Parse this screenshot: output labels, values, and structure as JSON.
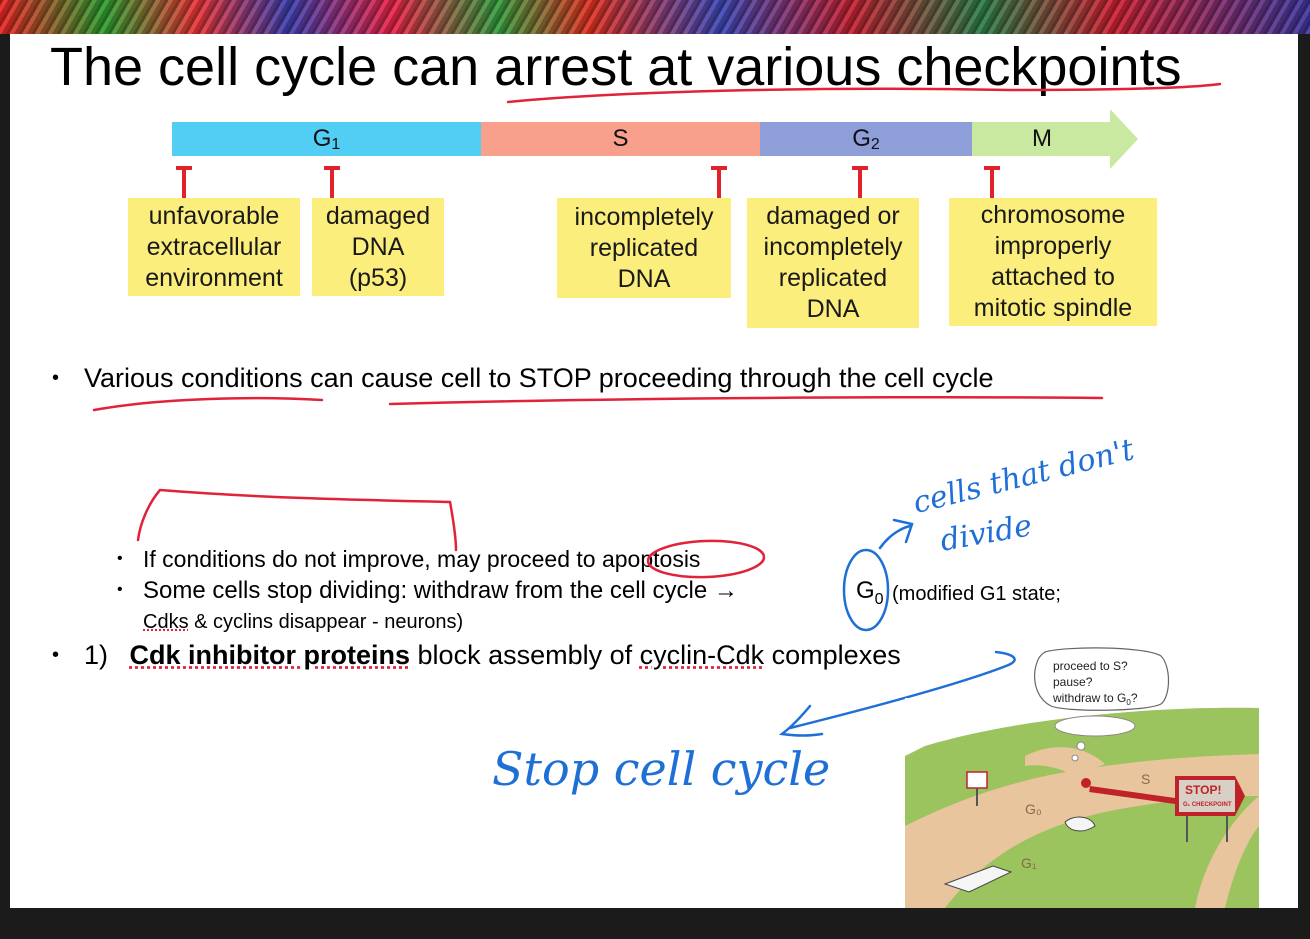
{
  "slide": {
    "title": "The cell cycle can arrest at various checkpoints",
    "phases": [
      {
        "name": "G",
        "sub": "1",
        "color": "#52cdf4"
      },
      {
        "name": "S",
        "sub": "",
        "color": "#f9a08d"
      },
      {
        "name": "G",
        "sub": "2",
        "color": "#8d9ed8"
      },
      {
        "name": "M",
        "sub": "",
        "color": "#c9e8a0"
      }
    ],
    "checkpoints": [
      {
        "label": "unfavorable\nextracellular\nenvironment"
      },
      {
        "label": "damaged\nDNA\n(p53)"
      },
      {
        "label": "incompletely\nreplicated\nDNA"
      },
      {
        "label": "damaged or\nincompletely\nreplicated\nDNA"
      },
      {
        "label": "chromosome\nimproperly\nattached to\nmitotic spindle"
      }
    ],
    "bullets": {
      "b1": {
        "part1": "Various conditions",
        "part2": " can ",
        "part3": "cause cell to STOP proceeding through the cell cycle"
      },
      "sub1": {
        "part1": "If conditions do not improve, may proceed to ",
        "part2": "apoptosis"
      },
      "sub2": {
        "line1": "Some cells stop dividing: withdraw from the cell cycle →",
        "g0": "G",
        "g0sub": "0",
        "paren1": "(modified G1 state;",
        "line2a": "Cdks",
        "line2b": " & cyclins disappear - neurons)"
      },
      "b2": {
        "num": "1)",
        "bold": "Cdk inhibitor proteins",
        "rest1": " block assembly of ",
        "underlined": "cyclin-Cdk",
        "rest2": " complexes"
      }
    },
    "handwriting": {
      "note1a": "cells that don't",
      "note1b": "divide",
      "note2": "Stop cell cycle"
    },
    "cartoon": {
      "bubble_line1": "proceed to S?",
      "bubble_line2": "pause?",
      "bubble_line3": "withdraw to G",
      "bubble_sub": "0",
      "bubble_q": "?",
      "sign_top": "STOP!",
      "sign_bottom": "G₁ CHECKPOINT",
      "road_g0": "G₀",
      "road_g1": "G₁",
      "road_s": "S"
    },
    "ink_colors": {
      "red": "#e0223a",
      "blue": "#1e6fd6"
    }
  }
}
